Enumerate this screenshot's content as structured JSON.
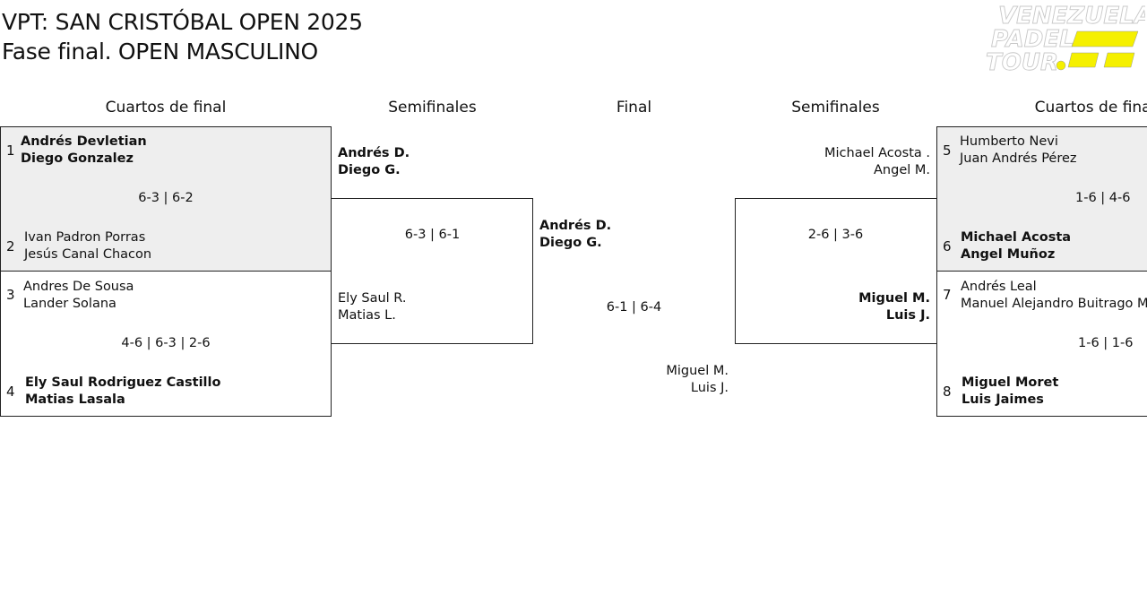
{
  "header": {
    "title_line1": "VPT: SAN CRISTÓBAL OPEN 2025",
    "title_line2": "Fase final. OPEN MASCULINO"
  },
  "logo": {
    "line1": "VENEZUELA",
    "line2": "PADEL",
    "line3": "TOUR",
    "accent_color": "#f5f000"
  },
  "rounds": {
    "left_quarters": "Cuartos de final",
    "left_semis": "Semifinales",
    "final": "Final",
    "right_semis": "Semifinales",
    "right_quarters": "Cuartos de final"
  },
  "quarterfinals": [
    {
      "team1": {
        "seed": "1",
        "player1": "Andrés Devletian",
        "player2": "Diego Gonzalez",
        "winner": true
      },
      "team2": {
        "seed": "2",
        "player1": "Ivan Padron Porras",
        "player2": "Jesús Canal Chacon",
        "winner": false
      },
      "score": "6-3 | 6-2"
    },
    {
      "team1": {
        "seed": "3",
        "player1": "Andres De Sousa",
        "player2": "Lander Solana",
        "winner": false
      },
      "team2": {
        "seed": "4",
        "player1": "Ely Saul Rodriguez Castillo",
        "player2": "Matias Lasala",
        "winner": true
      },
      "score": "4-6 | 6-3 | 2-6"
    },
    {
      "team1": {
        "seed": "5",
        "player1": "Humberto Nevi",
        "player2": "Juan Andrés Pérez",
        "winner": false
      },
      "team2": {
        "seed": "6",
        "player1": "Michael Acosta",
        "player2": "Angel Muñoz",
        "winner": true
      },
      "score": "1-6 | 4-6"
    },
    {
      "team1": {
        "seed": "7",
        "player1": "Andrés Leal",
        "player2": "Manuel Alejandro Buitrago Mora",
        "winner": false
      },
      "team2": {
        "seed": "8",
        "player1": "Miguel Moret",
        "player2": "Luis Jaimes",
        "winner": true
      },
      "score": "1-6 | 1-6"
    }
  ],
  "semifinals": [
    {
      "team1": {
        "player1": "Andrés D.",
        "player2": "Diego G.",
        "winner": true
      },
      "team2": {
        "player1": "Ely Saul R.",
        "player2": "Matias L.",
        "winner": false
      },
      "score": "6-3 | 6-1"
    },
    {
      "team1": {
        "player1": "Michael Acosta .",
        "player2": "Angel M.",
        "winner": false
      },
      "team2": {
        "player1": "Miguel M.",
        "player2": "Luis J.",
        "winner": true
      },
      "score": "2-6 | 3-6"
    }
  ],
  "final": {
    "team1": {
      "player1": "Andrés D.",
      "player2": "Diego G.",
      "winner": true
    },
    "team2": {
      "player1": "Miguel M.",
      "player2": "Luis J.",
      "winner": false
    },
    "score": "6-1 | 6-4"
  }
}
